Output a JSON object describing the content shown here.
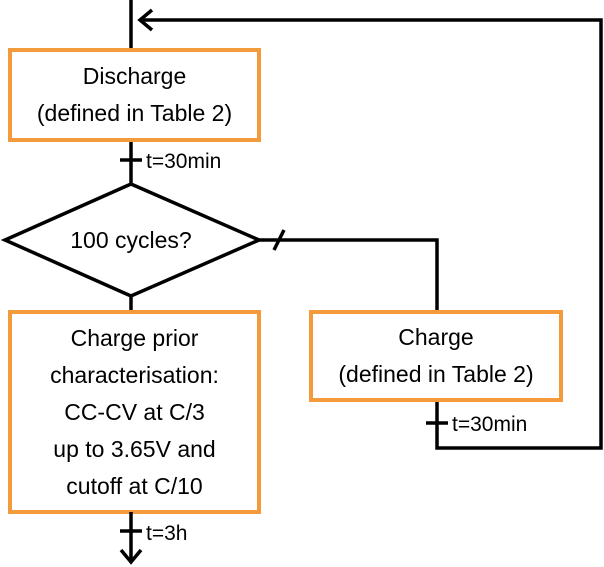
{
  "colors": {
    "box_border": "#f39a3c",
    "line": "#000000",
    "background": "#ffffff"
  },
  "discharge_box": {
    "line1": "Discharge",
    "line2": "(defined in Table 2)"
  },
  "wait_after_discharge": "t=30min",
  "decision": {
    "label": "100 cycles?"
  },
  "prior_charge_box": {
    "line1": "Charge prior",
    "line2": "characterisation:",
    "line3": "CC-CV at C/3",
    "line4": "up to 3.65V and",
    "line5": "cutoff at C/10"
  },
  "charge_box": {
    "line1": "Charge",
    "line2": "(defined in Table 2)"
  },
  "wait_after_charge": "t=30min",
  "wait_final": "t=3h"
}
